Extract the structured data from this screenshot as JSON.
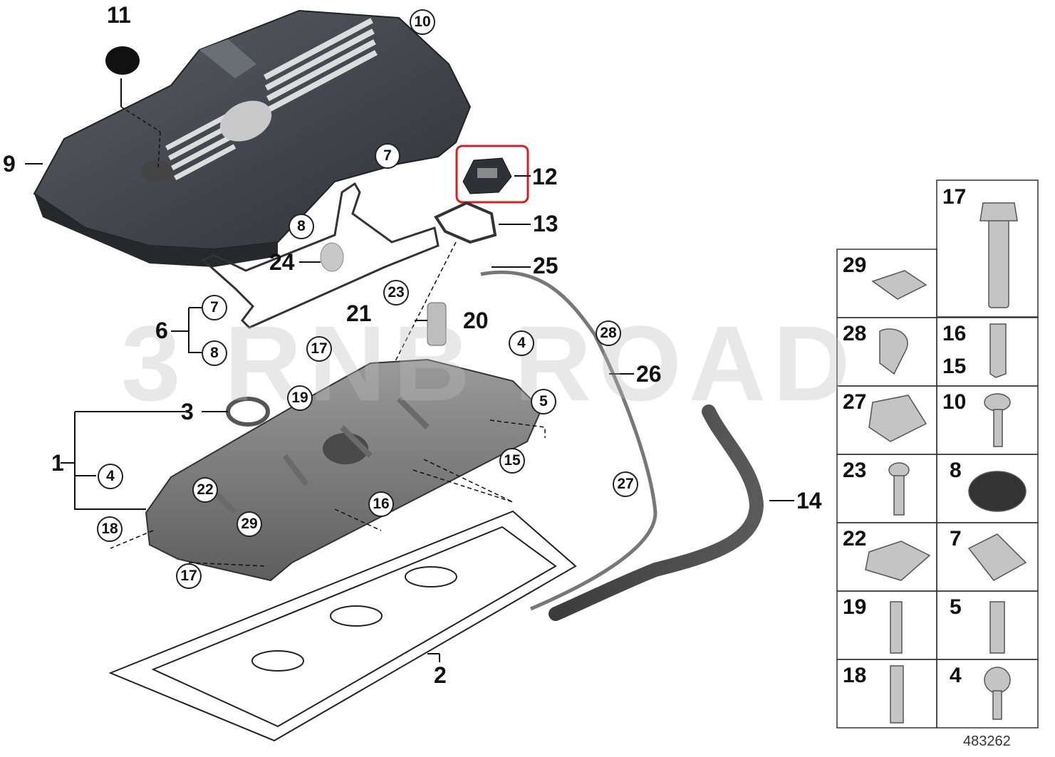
{
  "diagram": {
    "reference_number": "483262",
    "watermark": "3 RNB ROAD",
    "highlight_color": "#d42020",
    "callouts": {
      "n1": "1",
      "n2": "2",
      "n3": "3",
      "n6": "6",
      "n9": "9",
      "n11": "11",
      "n12": "12",
      "n13": "13",
      "n14": "14",
      "n20": "20",
      "n21": "21",
      "n24": "24",
      "n25": "25",
      "n26": "26"
    },
    "circled_callouts": {
      "c4a": "4",
      "c4b": "4",
      "c5": "5",
      "c7a": "7",
      "c7b": "7",
      "c8a": "8",
      "c8b": "8",
      "c10": "10",
      "c15": "15",
      "c16": "16",
      "c17a": "17",
      "c17b": "17",
      "c18": "18",
      "c19": "19",
      "c22": "22",
      "c23": "23",
      "c27": "27",
      "c28": "28",
      "c29": "29"
    },
    "parts_grid": {
      "tall_17": "17",
      "r1_left": "29",
      "r2_left": "28",
      "r2_right_a": "16",
      "r2_right_b": "15",
      "r3_left": "27",
      "r3_right": "10",
      "r4_left": "23",
      "r4_right": "8",
      "r5_left": "22",
      "r5_right": "7",
      "r6_left": "19",
      "r6_right": "5",
      "r7_left": "18",
      "r7_right": "4"
    }
  }
}
